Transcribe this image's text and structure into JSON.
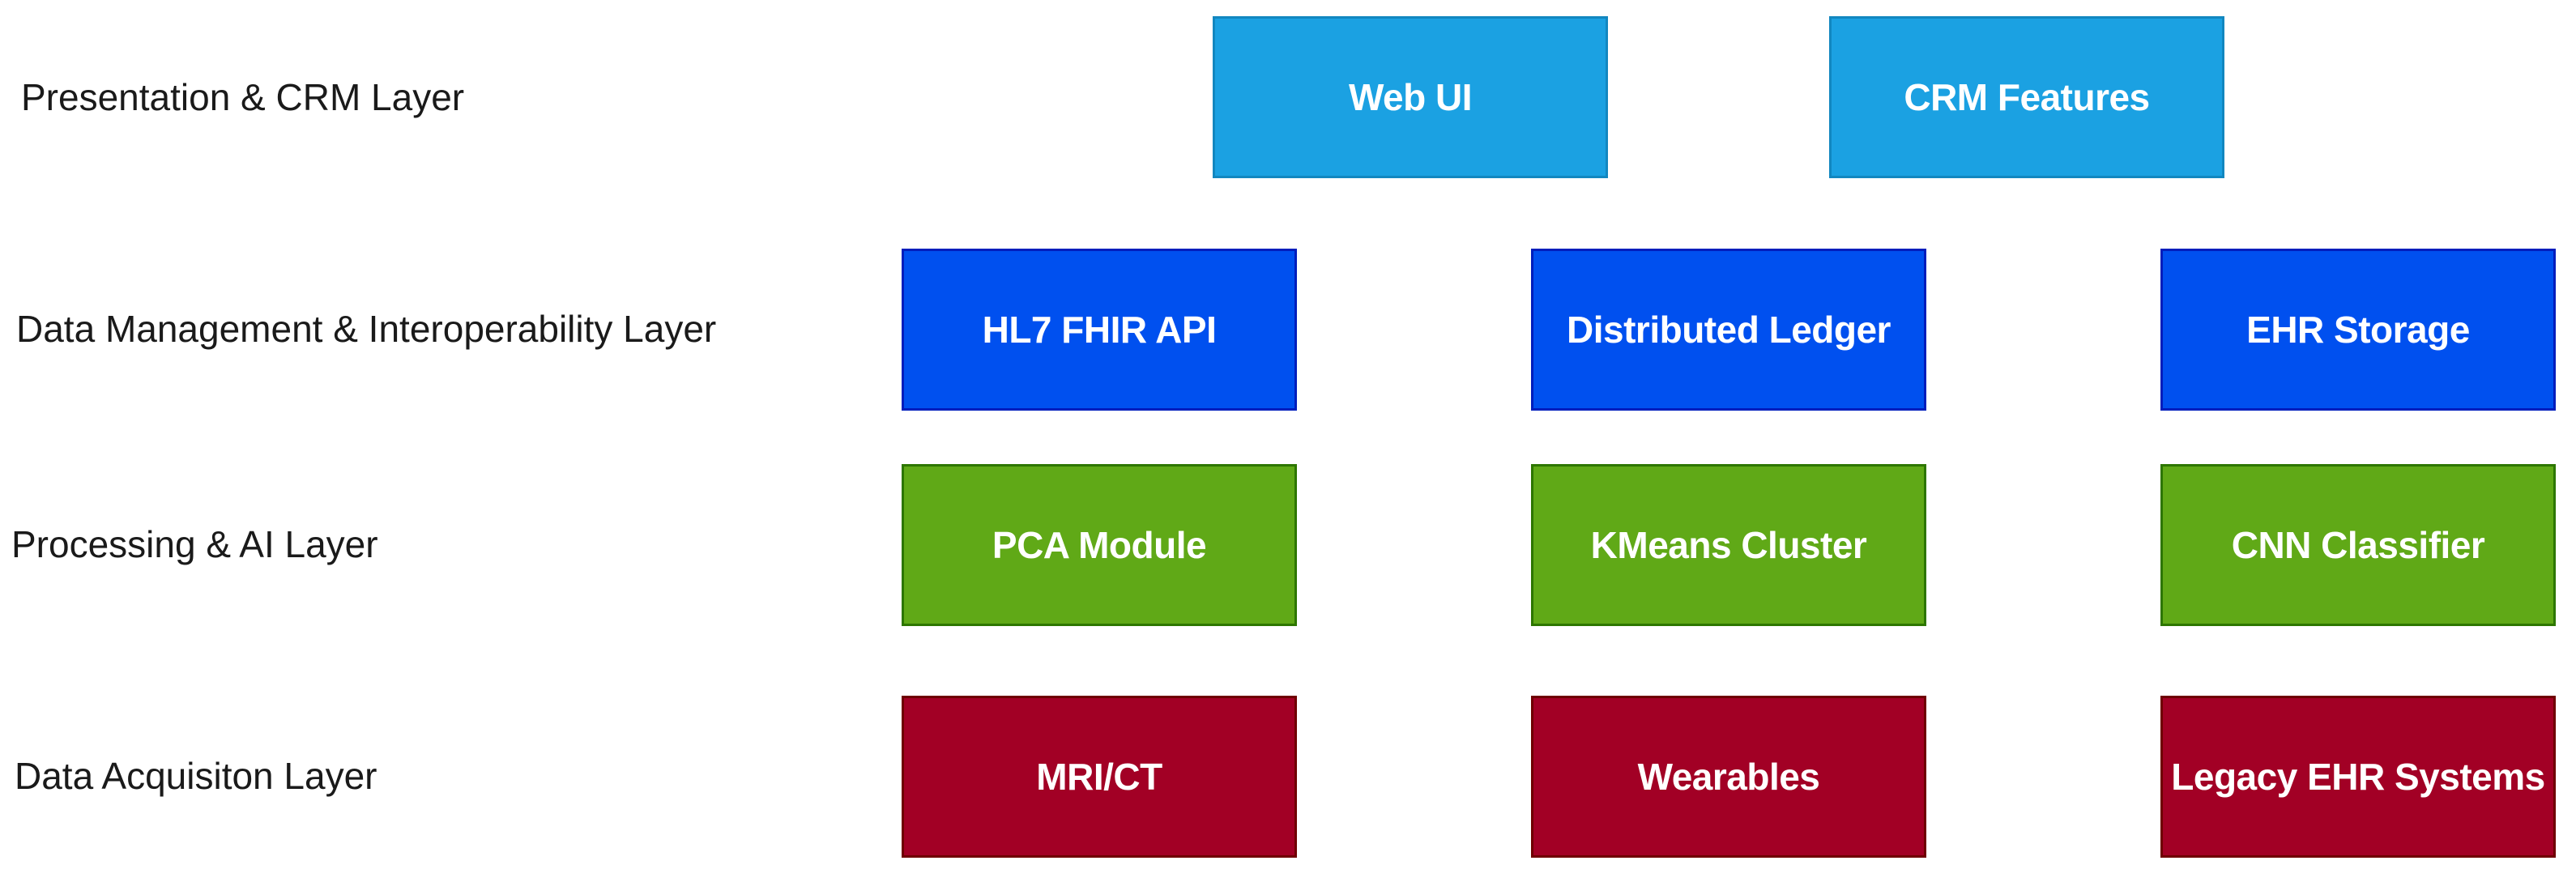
{
  "colors": {
    "presentation_fill": "#1ba1e2",
    "presentation_border": "#1287c0",
    "management_fill": "#0050ef",
    "management_border": "#001dbc",
    "processing_fill": "#60a917",
    "processing_border": "#2d7600",
    "acquisition_fill": "#a20025",
    "acquisition_border": "#6f0000"
  },
  "layers": {
    "presentation": {
      "label": "Presentation & CRM Layer",
      "boxes": [
        "Web UI",
        "CRM Features"
      ]
    },
    "management": {
      "label": "Data Management & Interoperability Layer",
      "boxes": [
        "HL7 FHIR API",
        "Distributed Ledger",
        "EHR Storage"
      ]
    },
    "processing": {
      "label": "Processing & AI Layer",
      "boxes": [
        "PCA Module",
        "KMeans Cluster",
        "CNN Classifier"
      ]
    },
    "acquisition": {
      "label": "Data Acquisiton Layer",
      "boxes": [
        "MRI/CT",
        "Wearables",
        "Legacy EHR Systems"
      ]
    }
  }
}
